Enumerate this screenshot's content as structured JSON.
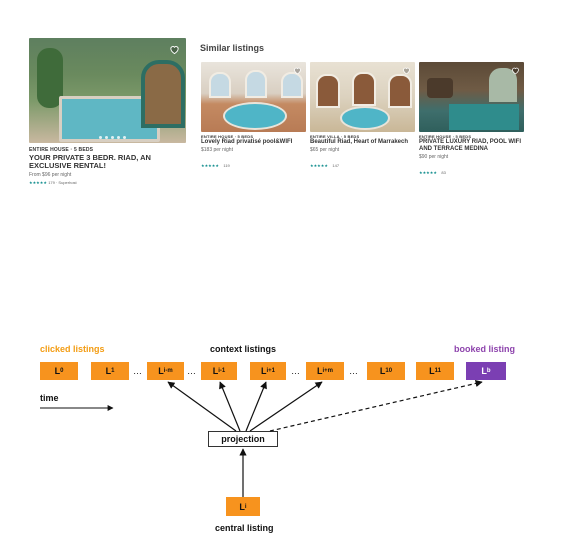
{
  "main_listing": {
    "type": "ENTIRE HOUSE · 5 BEDS",
    "title": "YOUR PRIVATE 3 BEDR. RIAD, AN EXCLUSIVE RENTAL!",
    "price": "From $96 per night",
    "stars": "★★★★★",
    "reviews": "179 · Superhost"
  },
  "similar": {
    "heading": "Similar listings",
    "items": [
      {
        "type": "ENTIRE HOUSE · 5 BEDS",
        "title": "Lovely Riad privatisé pool&WIFI",
        "price": "$183 per night",
        "stars": "★★★★★",
        "reviews": "119"
      },
      {
        "type": "ENTIRE VILLA · 5 BEDS",
        "title": "Beautiful Riad, Heart of Marrakech",
        "price": "$65 per night",
        "stars": "★★★★★",
        "reviews": "147"
      },
      {
        "type": "ENTIRE HOUSE · 5 BEDS",
        "title": "PRIVATE LUXURY RIAD, POOL WIFI AND TERRACE MEDINA",
        "price": "$90 per night",
        "stars": "★★★★★",
        "reviews": "83"
      }
    ]
  },
  "diagram": {
    "clicked_label": "clicked listings",
    "context_label": "context listings",
    "booked_label": "booked listing",
    "time_label": "time",
    "projection_label": "projection",
    "central_label": "central listing",
    "ellipsis": "…",
    "nodes": [
      {
        "base": "L",
        "sub": "0"
      },
      {
        "base": "L",
        "sub": "1"
      },
      {
        "base": "L",
        "sub": "i-m"
      },
      {
        "base": "L",
        "sub": "i-1"
      },
      {
        "base": "L",
        "sub": "i+1"
      },
      {
        "base": "L",
        "sub": "i+m"
      },
      {
        "base": "L",
        "sub": "10"
      },
      {
        "base": "L",
        "sub": "11"
      },
      {
        "base": "L",
        "sub": "b"
      }
    ],
    "central_node": {
      "base": "L",
      "sub": "i"
    },
    "colors": {
      "clicked": "#f39c12",
      "node": "#f7931e",
      "booked": "#7b3fb3",
      "booked_label": "#8e44ad"
    }
  },
  "icons": [
    "heart-icon",
    "star-icon"
  ]
}
